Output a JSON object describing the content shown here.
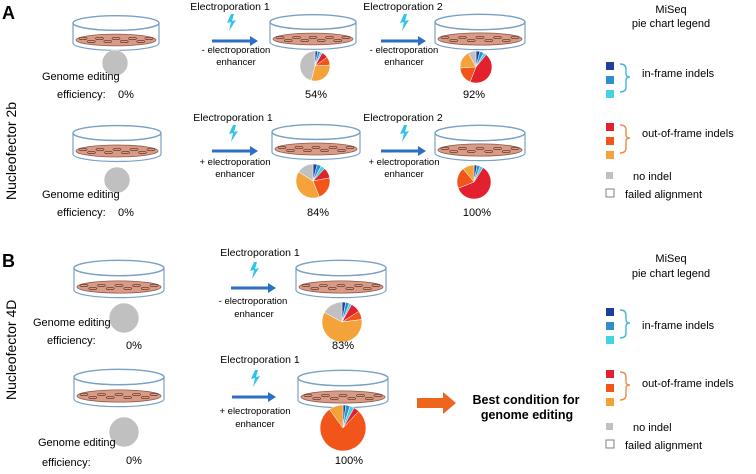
{
  "colors": {
    "inframe": [
      "#1f3f9f",
      "#2e8fd0",
      "#43d3e3"
    ],
    "outframe": [
      "#e2202e",
      "#f2551a",
      "#f4a23a"
    ],
    "no_indel": "#c0c0c0",
    "arrow": "#2c6fc4",
    "bolt": "#33c2e8",
    "best_arrow": "#f0651d",
    "dish_medium": "#d99a86"
  },
  "legend": {
    "title_line1": "MiSeq",
    "title_line2": "pie chart legend",
    "inframe_label": "in-frame indels",
    "outframe_label": "out-of-frame indels",
    "no_indel_label": "no indel",
    "failed_label": "failed alignment"
  },
  "panel_a": {
    "letter": "A",
    "side_label": "Nucleofector 2b",
    "row1": {
      "ep1_title": "Electroporation 1",
      "ep2_title": "Electroporation 2",
      "ep1_cond_1": "- electroporation",
      "ep1_cond_2": "enhancer",
      "ep2_cond_1": "- electroporation",
      "ep2_cond_2": "enhancer",
      "ge_line1": "Genome editing",
      "ge_line2": "efficiency:",
      "values": [
        "0%",
        "54%",
        "92%"
      ]
    },
    "row2": {
      "ep1_title": "Electroporation 1",
      "ep2_title": "Electroporation 2",
      "ep1_cond_1": "+ electroporation",
      "ep1_cond_2": "enhancer",
      "ep2_cond_1": "+ electroporation",
      "ep2_cond_2": "enhancer",
      "ge_line1": "Genome editing",
      "ge_line2": "efficiency:",
      "values": [
        "0%",
        "84%",
        "100%"
      ]
    }
  },
  "panel_b": {
    "letter": "B",
    "side_label": "Nucleofector 4D",
    "row1": {
      "ep1_title": "Electroporation 1",
      "ep1_cond_1": "- electroporation",
      "ep1_cond_2": "enhancer",
      "ge_line1": "Genome editing",
      "ge_line2": "efficiency:",
      "values": [
        "0%",
        "83%"
      ]
    },
    "row2": {
      "ep1_title": "Electroporation 1",
      "ep1_cond_1": "+ electroporation",
      "ep1_cond_2": "enhancer",
      "ge_line1": "Genome editing",
      "ge_line2": "efficiency:",
      "values": [
        "0%",
        "100%"
      ],
      "best_line1": "Best condition for",
      "best_line2": "genome editing"
    }
  },
  "pies": {
    "a_r1_0": [
      {
        "c": "none",
        "v": 100
      }
    ],
    "a_r1_1": [
      {
        "c": "#1f3f9f",
        "v": 3
      },
      {
        "c": "#2e8fd0",
        "v": 3
      },
      {
        "c": "#43d3e3",
        "v": 2
      },
      {
        "c": "#e2202e",
        "v": 7
      },
      {
        "c": "#f2551a",
        "v": 9
      },
      {
        "c": "#f4a23a",
        "v": 30
      },
      {
        "c": "none",
        "v": 46
      }
    ],
    "a_r1_2": [
      {
        "c": "#1f3f9f",
        "v": 4
      },
      {
        "c": "#2e8fd0",
        "v": 4
      },
      {
        "c": "#43d3e3",
        "v": 3
      },
      {
        "c": "#e2202e",
        "v": 45
      },
      {
        "c": "#f2551a",
        "v": 18
      },
      {
        "c": "#f4a23a",
        "v": 18
      },
      {
        "c": "none",
        "v": 8
      }
    ],
    "a_r2_0": [
      {
        "c": "none",
        "v": 100
      }
    ],
    "a_r2_1": [
      {
        "c": "#1f3f9f",
        "v": 4
      },
      {
        "c": "#2e8fd0",
        "v": 4
      },
      {
        "c": "#43d3e3",
        "v": 4
      },
      {
        "c": "#e2202e",
        "v": 10
      },
      {
        "c": "#f2551a",
        "v": 22
      },
      {
        "c": "#f4a23a",
        "v": 40
      },
      {
        "c": "none",
        "v": 16
      }
    ],
    "a_r2_2": [
      {
        "c": "#1f3f9f",
        "v": 3
      },
      {
        "c": "#2e8fd0",
        "v": 3
      },
      {
        "c": "#43d3e3",
        "v": 3
      },
      {
        "c": "#e2202e",
        "v": 60
      },
      {
        "c": "#f2551a",
        "v": 20
      },
      {
        "c": "#f4a23a",
        "v": 11
      }
    ],
    "b_r1_0": [
      {
        "c": "none",
        "v": 100
      }
    ],
    "b_r1_1": [
      {
        "c": "#1f3f9f",
        "v": 3
      },
      {
        "c": "#2e8fd0",
        "v": 3
      },
      {
        "c": "#43d3e3",
        "v": 2
      },
      {
        "c": "#e2202e",
        "v": 8
      },
      {
        "c": "#f2551a",
        "v": 7
      },
      {
        "c": "#f4a23a",
        "v": 60
      },
      {
        "c": "none",
        "v": 17
      }
    ],
    "b_r2_0": [
      {
        "c": "none",
        "v": 100
      }
    ],
    "b_r2_1": [
      {
        "c": "#1f3f9f",
        "v": 2
      },
      {
        "c": "#2e8fd0",
        "v": 3
      },
      {
        "c": "#43d3e3",
        "v": 3
      },
      {
        "c": "#e2202e",
        "v": 4
      },
      {
        "c": "#f2551a",
        "v": 78
      },
      {
        "c": "#f4a23a",
        "v": 10
      }
    ]
  }
}
